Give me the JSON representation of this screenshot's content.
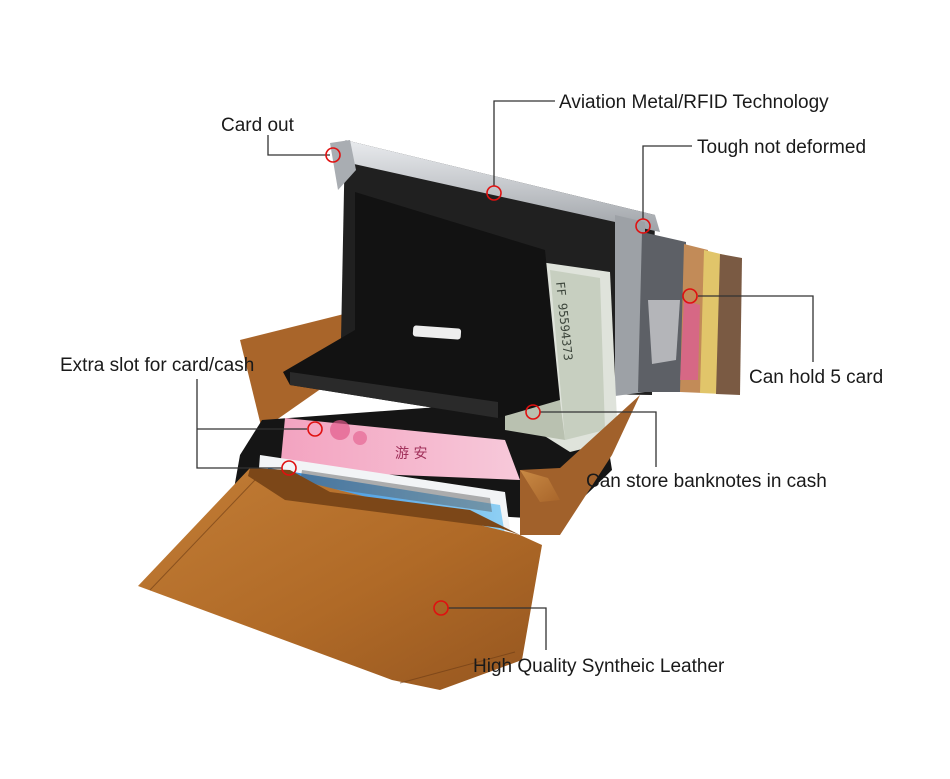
{
  "callouts": {
    "card_out": "Card out",
    "aviation_metal": "Aviation Metal/RFID Technology",
    "tough": "Tough not deformed",
    "extra_slot": "Extra slot for card/cash",
    "hold_cards": "Can hold 5 card",
    "banknotes": "Can store banknotes in cash",
    "leather": "High Quality Syntheic Leather"
  },
  "product_print": {
    "banknote_serial": "FF 95594373",
    "id_card_glyphs": "游 安"
  },
  "colors": {
    "leather": "#b8732c",
    "leather_dark": "#8a5220",
    "metal": "#c9ccd0",
    "marker": "#e01010"
  }
}
